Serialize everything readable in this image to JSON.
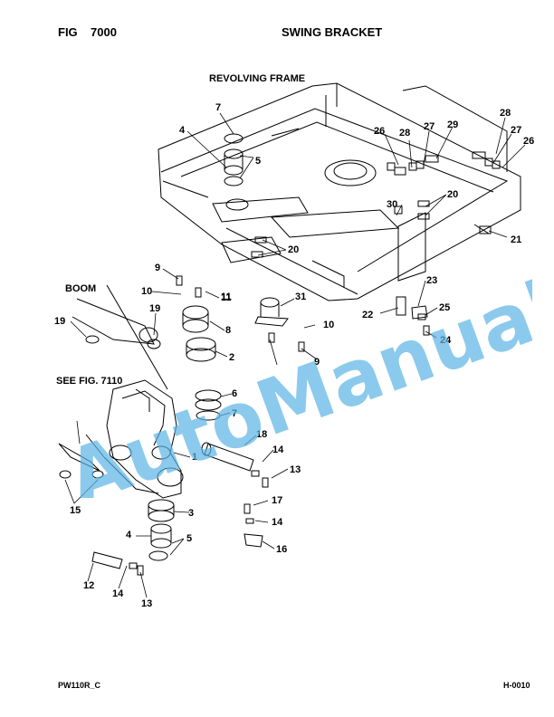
{
  "header": {
    "fig_label": "FIG",
    "fig_number": "7000",
    "title": "SWING BRACKET"
  },
  "labels": {
    "revolving_frame": "REVOLVING FRAME",
    "boom": "BOOM",
    "see_fig": "SEE FIG. 7110"
  },
  "footer": {
    "left": "PW110R_C",
    "right": "H-0010"
  },
  "watermark": {
    "text": "AutoManual",
    "color": "#5ab4e6"
  },
  "callouts": [
    "7",
    "4",
    "5",
    "26",
    "28",
    "27",
    "29",
    "28",
    "27",
    "26",
    "20",
    "30",
    "20",
    "21",
    "9",
    "10",
    "11",
    "31",
    "23",
    "22",
    "25",
    "10",
    "24",
    "19",
    "19",
    "8",
    "2",
    "11",
    "9",
    "6",
    "7",
    "18",
    "1",
    "14",
    "13",
    "3",
    "17",
    "14",
    "4",
    "5",
    "16",
    "15",
    "12",
    "14",
    "13"
  ]
}
